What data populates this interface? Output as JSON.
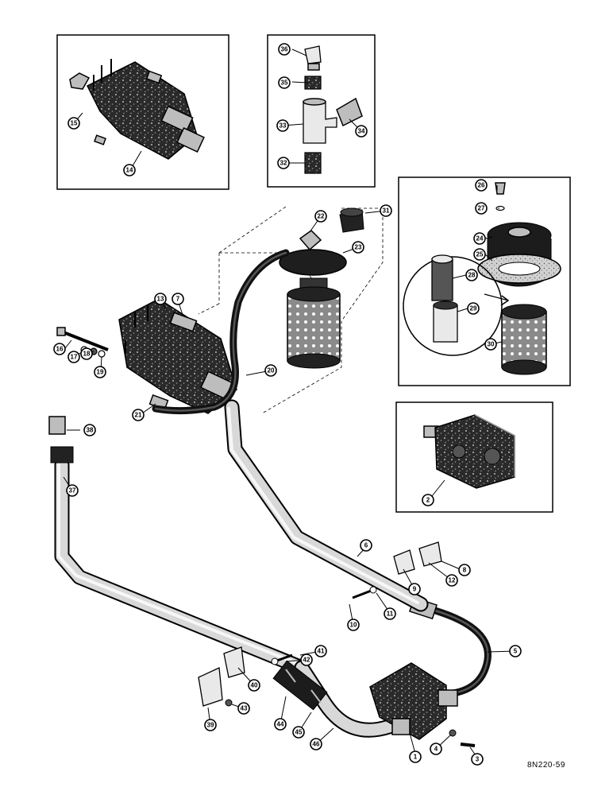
{
  "diagram": {
    "code": "8N220-59",
    "callouts": {
      "c1": "1",
      "c2": "2",
      "c3": "3",
      "c4": "4",
      "c5": "5",
      "c6": "6",
      "c7": "7",
      "c8": "8",
      "c9": "9",
      "c10": "10",
      "c11": "11",
      "c12": "12",
      "c13": "13",
      "c14": "14",
      "c15": "15",
      "c16": "16",
      "c17": "17",
      "c18": "18",
      "c19": "19",
      "c20": "20",
      "c21": "21",
      "c22": "22",
      "c23": "23",
      "c24": "24",
      "c25": "25",
      "c26": "26",
      "c27": "27",
      "c28": "28",
      "c29": "29",
      "c30": "30",
      "c31": "31",
      "c32": "32",
      "c33": "33",
      "c34": "34",
      "c35": "35",
      "c36": "36",
      "c37": "37",
      "c38": "38",
      "c39": "39",
      "c40": "40",
      "c41": "41",
      "c42": "42",
      "c43": "43",
      "c44": "44",
      "c45": "45",
      "c46": "46"
    }
  }
}
